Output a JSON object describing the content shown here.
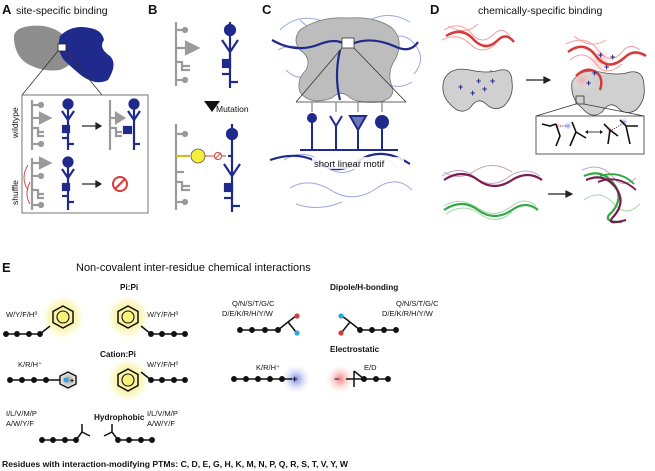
{
  "panels": {
    "A": {
      "letter": "A",
      "title": "site-specific binding",
      "label_wildtype": "wildtype",
      "label_shuffle": "shuffle"
    },
    "B": {
      "letter": "B",
      "mutation_label": "Mutation"
    },
    "C": {
      "letter": "C",
      "motif_label": "short linear motif"
    },
    "D": {
      "letter": "D",
      "title": "chemically-specific binding",
      "plus_sign": "+"
    },
    "E": {
      "letter": "E",
      "title": "Non-covalent inter-residue chemical interactions",
      "pipi": {
        "title": "Pi:Pi",
        "left": "W/Y/F/H⁰",
        "right": "W/Y/F/H⁰"
      },
      "cationpi": {
        "title": "Cation:Pi",
        "left": "K/R/H⁺",
        "right": "W/Y/F/H⁰"
      },
      "hydrophobic": {
        "title": "Hydrophobic",
        "left1": "I/L/V/M/P",
        "left2": "A/W/Y/F",
        "right1": "I/L/V/M/P",
        "right2": "A/W/Y/F"
      },
      "dipole": {
        "title": "Dipole/H-bonding",
        "left1": "Q/N/S/T/G/C",
        "left2": "D/E/K/R/H/Y/W",
        "right1": "Q/N/S/T/G/C",
        "right2": "D/E/K/R/H/Y/W"
      },
      "electrostatic": {
        "title": "Electrostatic",
        "left": "K/R/H⁺",
        "right": "E/D",
        "plus": "+",
        "minus": "−"
      }
    },
    "footer": "Residues with interaction-modifying PTMs: C, D, E, G, H, K, M, N, P, Q, R, S, T, V, Y, W"
  },
  "colors": {
    "navy": "#1f2a8c",
    "gray": "#9a9a9a",
    "red": "#d83a3a",
    "green": "#35a845",
    "purple": "#7a1a52",
    "yellow": "#f4ee3a",
    "cyan": "#2aa6e0"
  }
}
